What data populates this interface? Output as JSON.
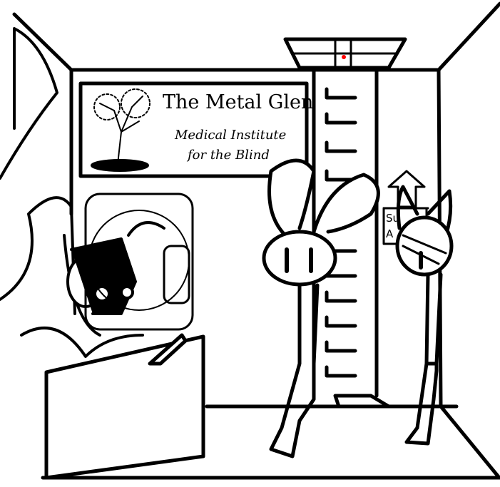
{
  "sign": {
    "title": "The Metal Glen",
    "subtitle_line1": "Medical Institute",
    "subtitle_line2": "for the Blind"
  },
  "partial_sign": {
    "line1": "Su",
    "line2": "A"
  },
  "colors": {
    "ink": "#000000",
    "background": "#ffffff",
    "indicator_light": "#ff0000"
  }
}
